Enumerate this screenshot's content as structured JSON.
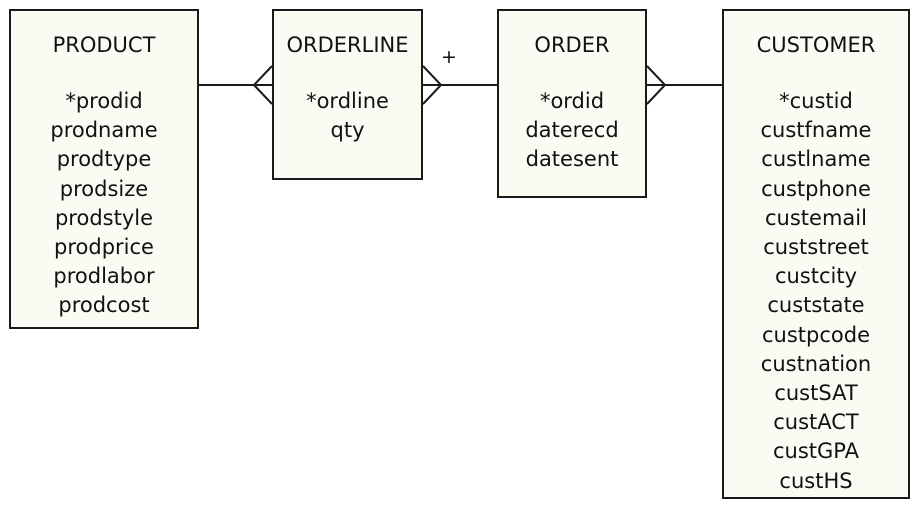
{
  "entities": {
    "product": {
      "title": "PRODUCT",
      "attributes": [
        "*prodid",
        "prodname",
        "prodtype",
        "prodsize",
        "prodstyle",
        "prodprice",
        "prodlabor",
        "prodcost"
      ]
    },
    "orderline": {
      "title": "ORDERLINE",
      "attributes": [
        "*ordline",
        "qty"
      ]
    },
    "order": {
      "title": "ORDER",
      "attributes": [
        "*ordid",
        "daterecd",
        "datesent"
      ]
    },
    "customer": {
      "title": "CUSTOMER",
      "attributes": [
        "*custid",
        "custfname",
        "custlname",
        "custphone",
        "custemail",
        "custstreet",
        "custcity",
        "custstate",
        "custpcode",
        "custnation",
        "custSAT",
        "custACT",
        "custGPA",
        "custHS"
      ]
    }
  },
  "relationships": {
    "orderline_order_marker": "+"
  },
  "colors": {
    "line": "#1a1a1a",
    "box_fill": "#fbfbf3"
  }
}
